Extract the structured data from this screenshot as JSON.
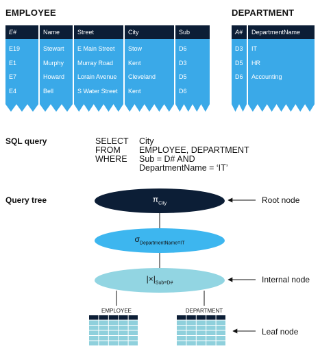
{
  "employee": {
    "title": "EMPLOYEE",
    "columns": [
      "E#",
      "Name",
      "Street",
      "City",
      "Sub"
    ],
    "rows": [
      [
        "E19",
        "Stewart",
        "E Main Street",
        "Stow",
        "D6"
      ],
      [
        "E1",
        "Murphy",
        "Murray Road",
        "Kent",
        "D3"
      ],
      [
        "E7",
        "Howard",
        "Lorain Avenue",
        "Cleveland",
        "D5"
      ],
      [
        "E4",
        "Bell",
        "S Water Street",
        "Kent",
        "D6"
      ]
    ]
  },
  "department": {
    "title": "DEPARTMENT",
    "columns": [
      "A#",
      "DepartmentName"
    ],
    "rows": [
      [
        "D3",
        "IT"
      ],
      [
        "D5",
        "HR"
      ],
      [
        "D6",
        "Accounting"
      ]
    ]
  },
  "sql": {
    "label": "SQL query",
    "lines": [
      {
        "keyword": "SELECT",
        "text": "City"
      },
      {
        "keyword": "FROM",
        "text": "EMPLOYEE, DEPARTMENT"
      },
      {
        "keyword": "WHERE",
        "text": "Sub = D# AND"
      },
      {
        "keyword": "",
        "text": "DepartmentName = ‘IT’"
      }
    ]
  },
  "tree": {
    "label": "Query tree",
    "root": {
      "symbol": "π",
      "subscript": "City",
      "annotation": "Root node"
    },
    "select": {
      "symbol": "σ",
      "subscript": "DepartmentName=IT"
    },
    "join": {
      "symbol": "|×|",
      "subscript": "Sub=D#",
      "annotation": "Internal node"
    },
    "leaves": {
      "left": "EMPLOYEE",
      "right": "DEPARTMENT",
      "annotation": "Leaf node"
    }
  },
  "colors": {
    "dark_navy": "#0c1e36",
    "table_blue": "#3aa9e8",
    "node_blue": "#3db6ef",
    "node_light": "#92d5e2",
    "grid_teal": "#8fd0dc"
  }
}
